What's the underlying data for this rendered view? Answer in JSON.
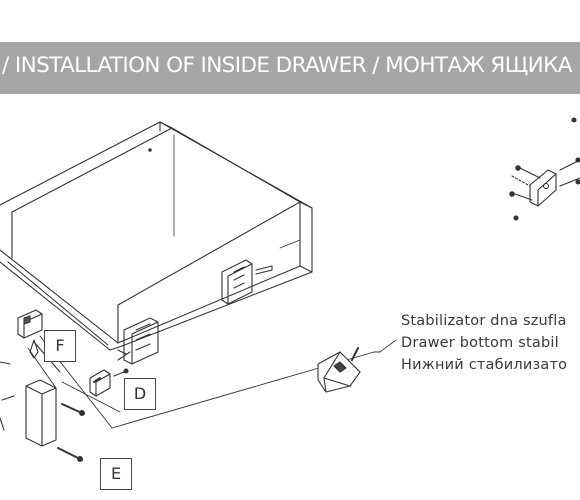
{
  "header": {
    "title": "/ INSTALLATION OF INSIDE DRAWER / МОНТАЖ ЯЩИКА",
    "background": "#a6a6a6",
    "text_color": "#ffffff"
  },
  "callout": {
    "line_pl": "Stabilizator dna szufla",
    "line_en": "Drawer bottom stabil",
    "line_ru": "Нижний стабилизато"
  },
  "labels": {
    "f": "F",
    "d": "D",
    "e": "E"
  }
}
